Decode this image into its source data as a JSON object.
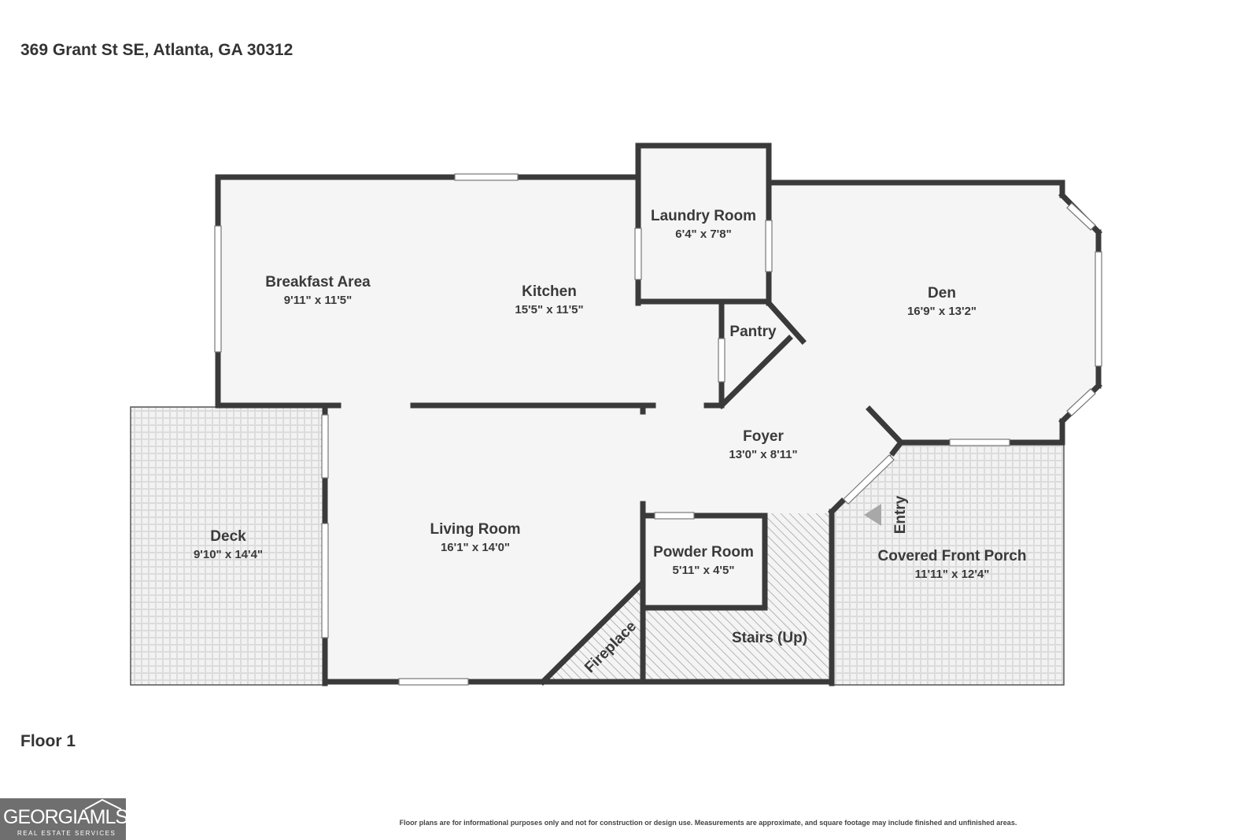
{
  "address": "369 Grant St SE, Atlanta, GA 30312",
  "floor_label": "Floor 1",
  "disclaimer": "Floor plans are for informational purposes only and not for construction or design use. Measurements are approximate, and square footage may include finished and unfinished areas.",
  "logo": {
    "brand": "GEORGIAMLS",
    "sub": "REAL ESTATE SERVICES"
  },
  "rooms": {
    "breakfast": {
      "name": "Breakfast Area",
      "dims": "9'11\" x 11'5\""
    },
    "kitchen": {
      "name": "Kitchen",
      "dims": "15'5\" x 11'5\""
    },
    "laundry": {
      "name": "Laundry Room",
      "dims": "6'4\" x 7'8\""
    },
    "pantry": {
      "name": "Pantry"
    },
    "den": {
      "name": "Den",
      "dims": "16'9\" x 13'2\""
    },
    "foyer": {
      "name": "Foyer",
      "dims": "13'0\" x 8'11\""
    },
    "deck": {
      "name": "Deck",
      "dims": "9'10\" x 14'4\""
    },
    "living": {
      "name": "Living Room",
      "dims": "16'1\" x 14'0\""
    },
    "powder": {
      "name": "Powder Room",
      "dims": "5'11\" x 4'5\""
    },
    "stairs": {
      "name": "Stairs (Up)"
    },
    "fireplace": {
      "name": "Fireplace"
    },
    "porch": {
      "name": "Covered Front Porch",
      "dims": "11'11\" x 12'4\""
    },
    "entry": {
      "name": "Entry"
    }
  },
  "colors": {
    "wall": "#3a3a3a",
    "floor": "#f5f5f5",
    "outdoor": "#efefef",
    "logo_bg": "#6f6f6f"
  }
}
